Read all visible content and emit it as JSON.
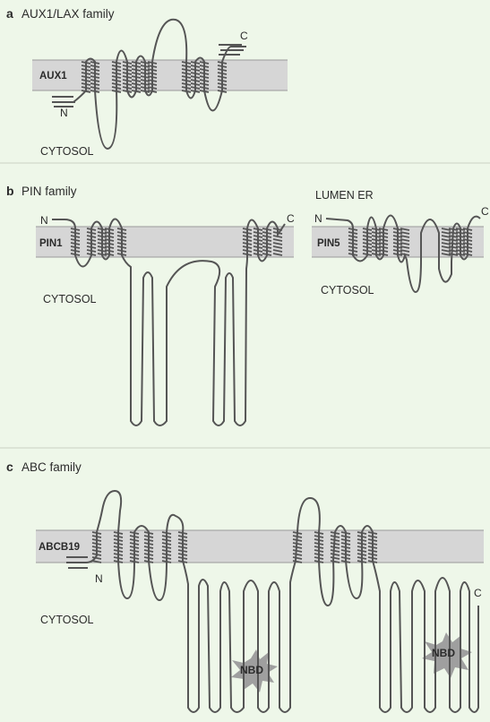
{
  "panels": {
    "a": {
      "letter": "a",
      "title": "AUX1/LAX family",
      "protein": "AUX1",
      "n_term": "N",
      "c_term": "C",
      "cytosol": "CYTOSOL"
    },
    "b": {
      "letter": "b",
      "title": "PIN family",
      "pin1": {
        "protein": "PIN1",
        "n_term": "N",
        "c_term": "C",
        "cytosol": "CYTOSOL"
      },
      "pin5": {
        "protein": "PIN5",
        "n_term": "N",
        "c_term": "C",
        "lumen": "LUMEN ER",
        "cytosol": "CYTOSOL"
      }
    },
    "c": {
      "letter": "c",
      "title": "ABC family",
      "protein": "ABCB19",
      "n_term": "N",
      "c_term": "C",
      "cytosol": "CYTOSOL",
      "domain_label": "NBD"
    }
  },
  "colors": {
    "background": "#eef7e9",
    "membrane": "#d6d6d6",
    "membrane_edge": "#9a9a9a",
    "strand": "#555555",
    "nbd_fill": "#9f9f9f",
    "divider": "#c9d2c4"
  }
}
